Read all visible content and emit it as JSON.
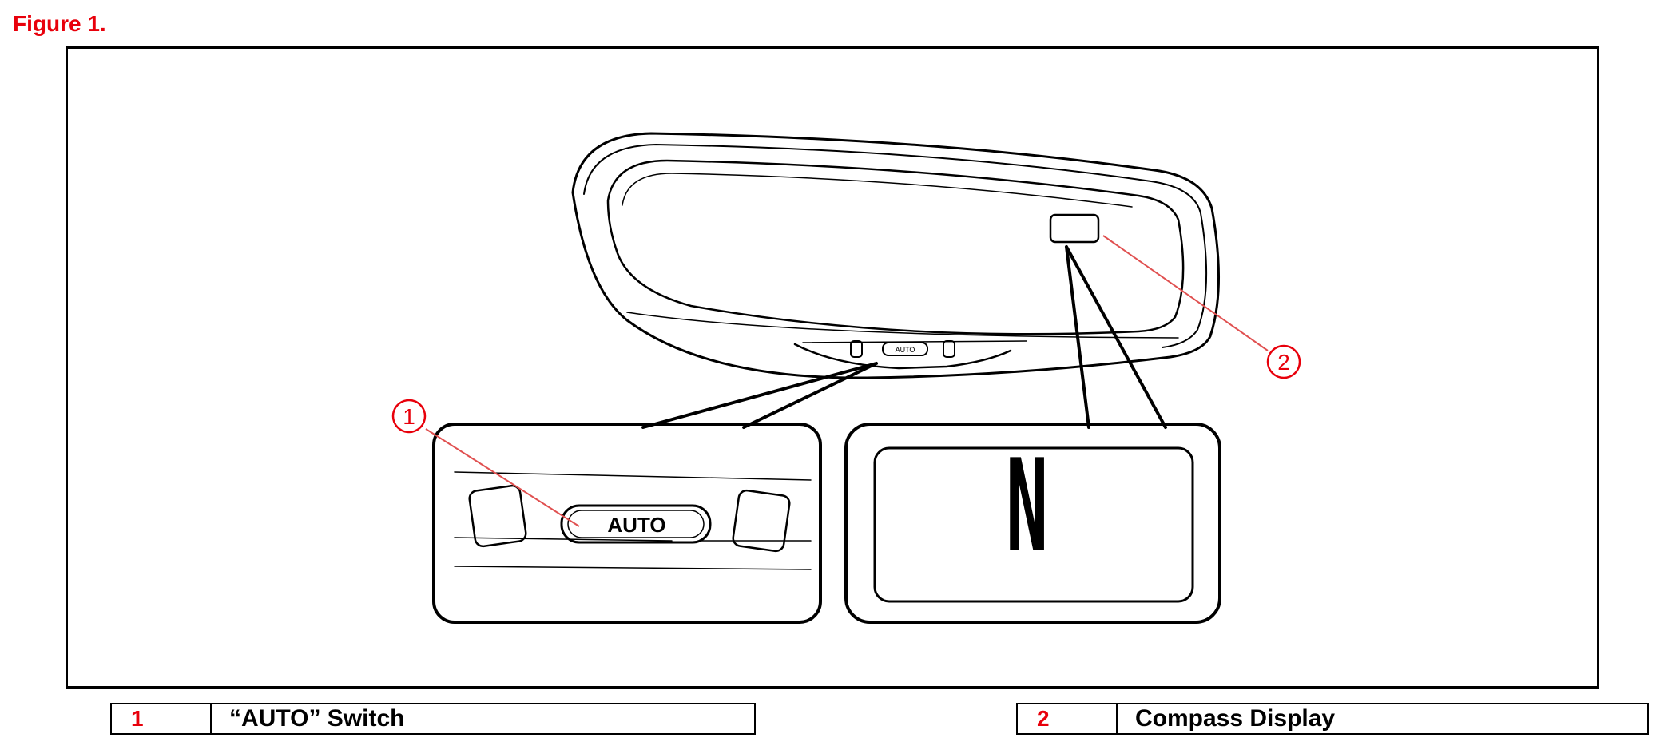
{
  "figure_title": "Figure 1.",
  "callouts": [
    {
      "number": "1",
      "label": "“AUTO” Switch"
    },
    {
      "number": "2",
      "label": "Compass Display"
    }
  ],
  "switch_label_small": "AUTO",
  "switch_label_large": "AUTO",
  "compass_heading": "N",
  "colors": {
    "callout": "#e8000b",
    "line": "#000000",
    "leader": "#e05050"
  }
}
